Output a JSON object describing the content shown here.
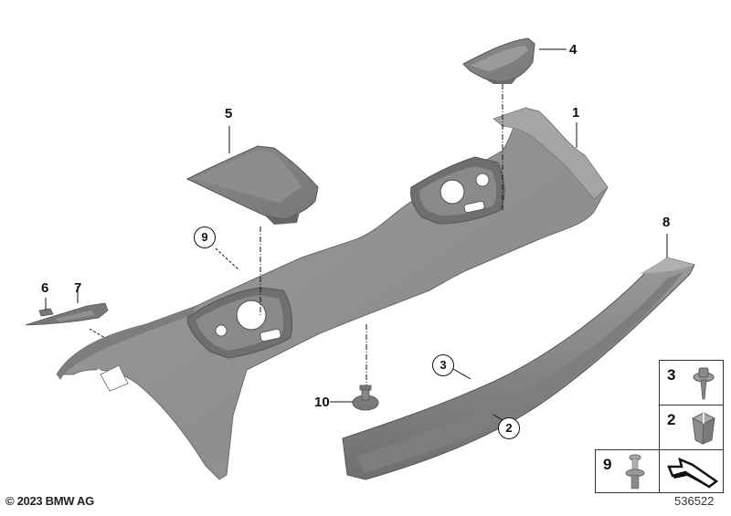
{
  "diagram": {
    "title": "Parcel shelf / rear window shelf parts diagram",
    "colors": {
      "part_fill": "#8f8f8f",
      "part_light": "#b5b5b5",
      "part_dark": "#6a6a6a",
      "part_edge": "#5a5a5a",
      "line": "#111111",
      "background": "#ffffff"
    },
    "callouts": [
      {
        "id": "1",
        "label": "1",
        "style": "plain"
      },
      {
        "id": "2",
        "label": "2",
        "style": "circled"
      },
      {
        "id": "3",
        "label": "3",
        "style": "circled"
      },
      {
        "id": "4",
        "label": "4",
        "style": "plain"
      },
      {
        "id": "5",
        "label": "5",
        "style": "plain"
      },
      {
        "id": "6",
        "label": "6",
        "style": "plain"
      },
      {
        "id": "7",
        "label": "7",
        "style": "plain"
      },
      {
        "id": "8",
        "label": "8",
        "style": "plain"
      },
      {
        "id": "9",
        "label": "9",
        "style": "circled"
      },
      {
        "id": "10",
        "label": "10",
        "style": "plain"
      }
    ],
    "legend": {
      "items": [
        {
          "label": "3",
          "icon": "screw-with-washer-icon"
        },
        {
          "label": "2",
          "icon": "square-clip-nut-icon"
        },
        {
          "label": "9",
          "icon": "expanding-rivet-icon"
        },
        {
          "label": "",
          "icon": "bracket-profile-icon"
        }
      ]
    },
    "footer": {
      "copyright": "© 2023 BMW AG",
      "diagram_number": "536522"
    }
  }
}
